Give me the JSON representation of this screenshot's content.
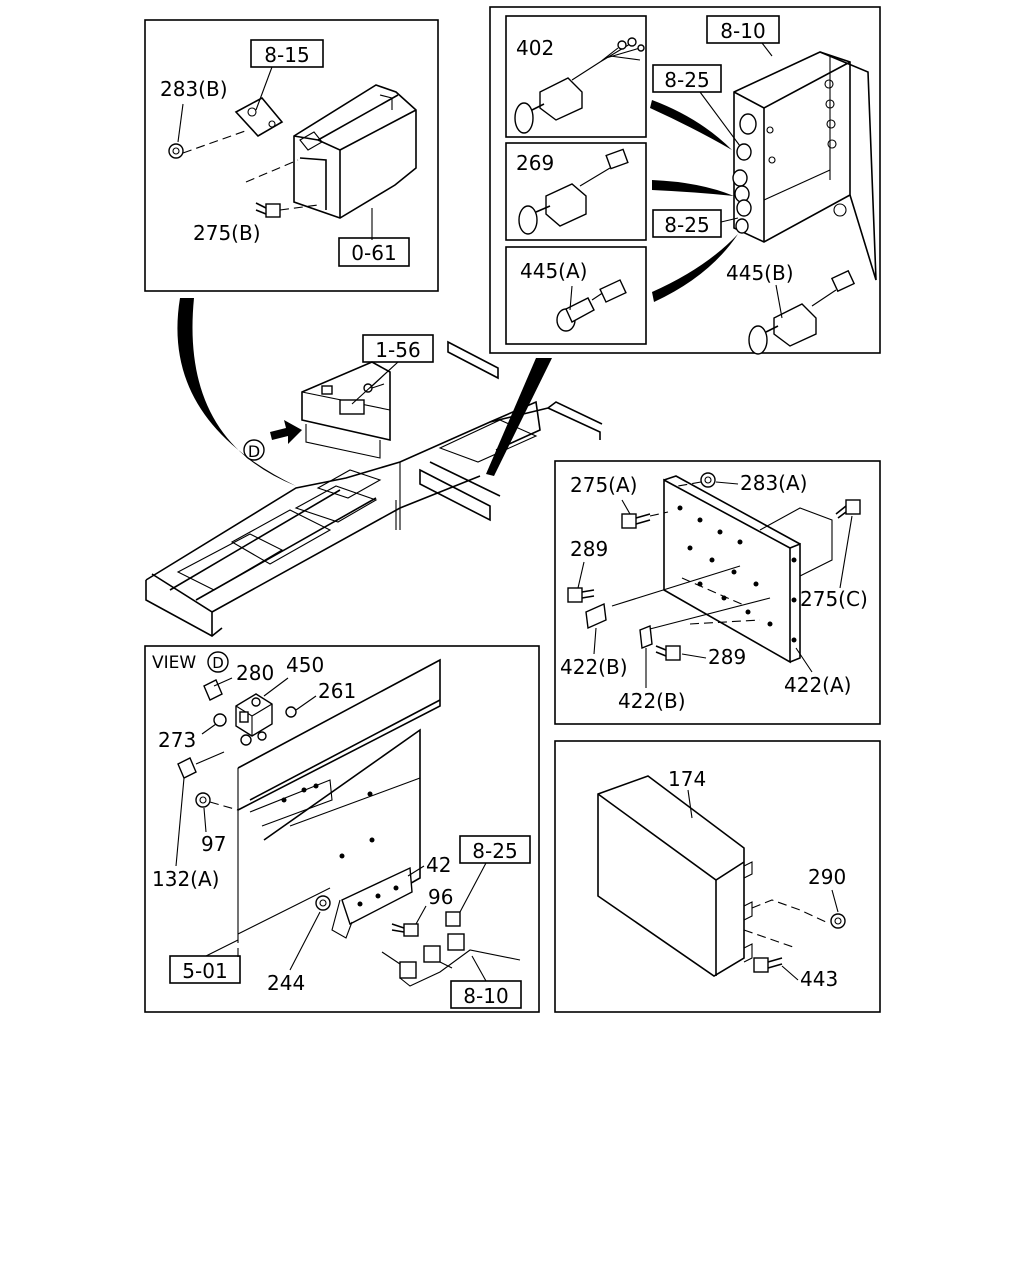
{
  "panels": {
    "top_left": {
      "ref_8_15": "8-15",
      "ref_0_61": "0-61",
      "part_283b": "283(B)",
      "part_275b": "275(B)"
    },
    "top_right": {
      "ref_8_10": "8-10",
      "ref_8_25_upper": "8-25",
      "ref_8_25_lower": "8-25",
      "part_402": "402",
      "part_269": "269",
      "part_445a": "445(A)",
      "part_445b": "445(B)"
    },
    "frame": {
      "ref_1_56": "1-56",
      "view_marker": "D"
    },
    "mid_right": {
      "part_275a": "275(A)",
      "part_283a": "283(A)",
      "part_289_upper": "289",
      "part_275c": "275(C)",
      "part_289_lower": "289",
      "part_422b_left": "422(B)",
      "part_422b_right": "422(B)",
      "part_422a": "422(A)"
    },
    "view_d": {
      "view_label": "VIEW",
      "view_marker": "D",
      "part_280": "280",
      "part_450": "450",
      "part_261": "261",
      "part_273": "273",
      "part_97": "97",
      "part_132a": "132(A)",
      "part_42": "42",
      "part_96": "96",
      "part_244": "244",
      "ref_8_25": "8-25",
      "ref_5_01": "5-01",
      "ref_8_10": "8-10"
    },
    "bottom_right": {
      "part_174": "174",
      "part_290": "290",
      "part_443": "443"
    }
  }
}
